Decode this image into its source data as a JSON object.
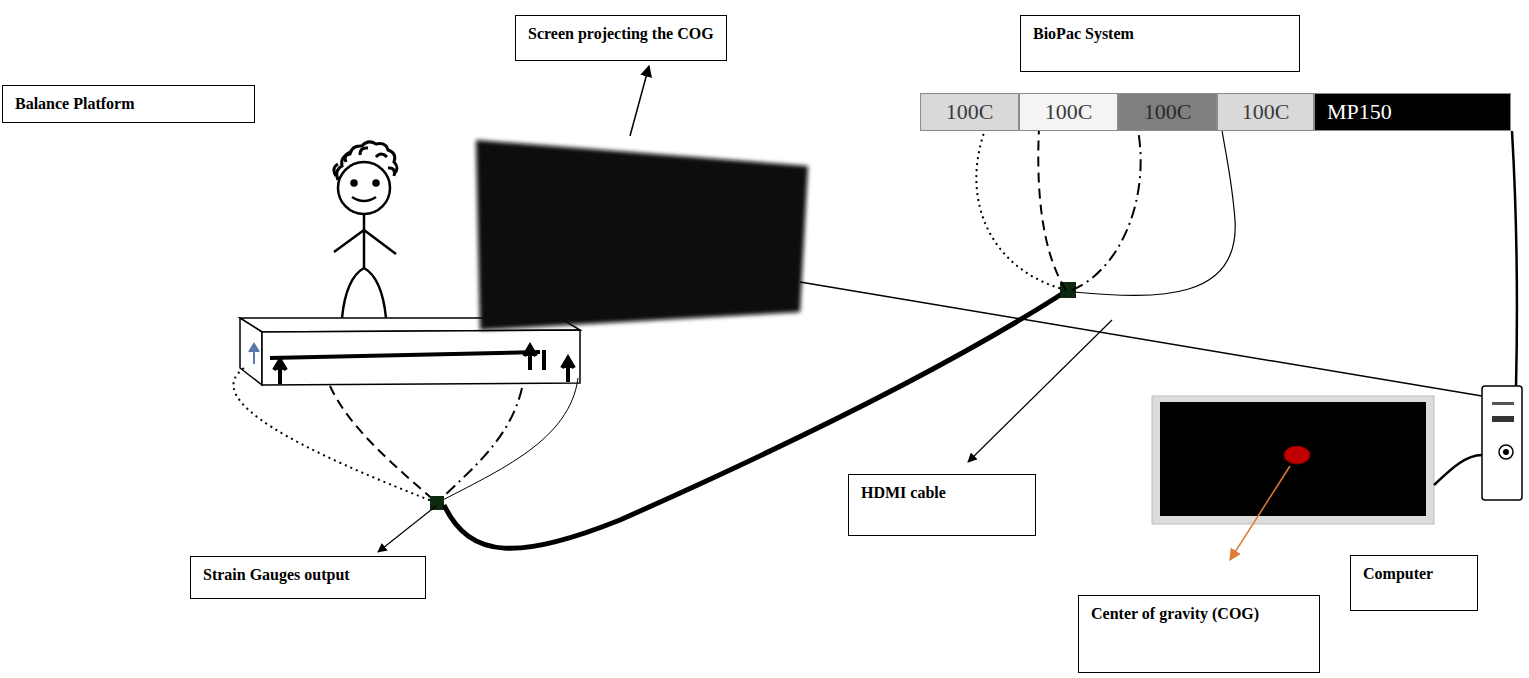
{
  "diagram": {
    "nodes": [
      {
        "text": [
          "Screen projecting the COG"
        ]
      },
      {
        "text": [
          "BioPac System"
        ]
      },
      {
        "text": [
          "100C"
        ]
      },
      {
        "text": [
          "100C"
        ]
      },
      {
        "text": [
          "100C"
        ]
      },
      {
        "text": [
          "100C"
        ]
      },
      {
        "text": [
          "MP150"
        ]
      },
      {
        "text": [
          "Balance Platform"
        ]
      },
      {
        "text": [
          "HDMI cable"
        ]
      },
      {
        "text": [
          "Strain Gauges output"
        ]
      },
      {
        "text": [
          "Computer"
        ]
      },
      {
        "text": [
          "Center of gravity (COG)"
        ]
      }
    ]
  }
}
